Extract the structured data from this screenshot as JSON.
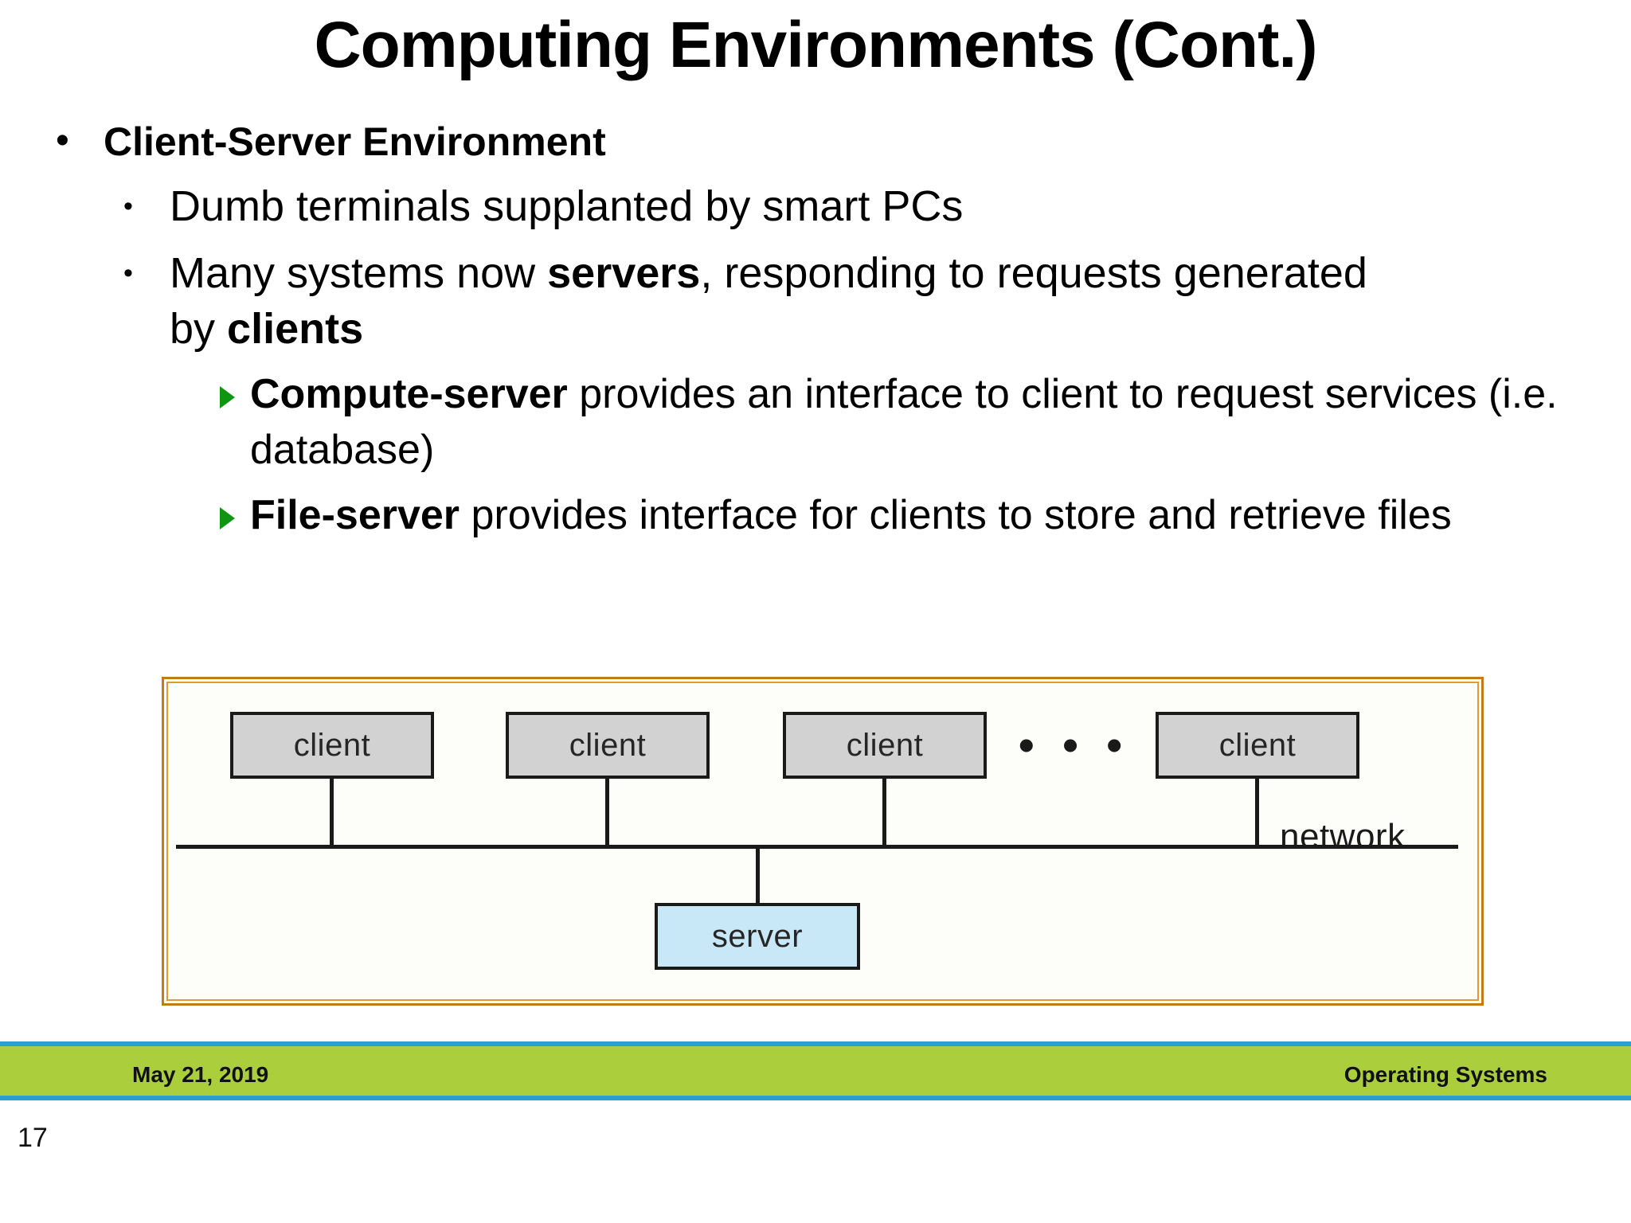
{
  "slide": {
    "title": "Computing Environments (Cont.)",
    "page_number": "17"
  },
  "bullets": {
    "level1": {
      "marker": "•",
      "text": "Client-Server Environment"
    },
    "level2": [
      {
        "marker": "•",
        "text": "Dumb terminals supplanted by smart PCs"
      },
      {
        "marker": "•",
        "text_pre": "Many systems now ",
        "bold1": "servers",
        "text_mid": ", responding to requests generated by ",
        "bold2": "clients"
      }
    ],
    "level3": [
      {
        "marker": "triangle-right",
        "bold": "Compute-server",
        "text": " provides an interface to client to request services (i.e. database)"
      },
      {
        "marker": "triangle-right",
        "bold": "File-server",
        "text": " provides interface for clients to store and retrieve files"
      }
    ]
  },
  "figure": {
    "nodes": {
      "client1": "client",
      "client2": "client",
      "client3": "client",
      "client4": "client",
      "server": "server"
    },
    "ellipsis": "• • •",
    "network_label": "network",
    "colors": {
      "frame_outer": "#c47a18",
      "frame_inner": "#e09a30",
      "client_fill": "#d2d2d2",
      "server_fill": "#c9e8f7",
      "line": "#1a1a1a"
    }
  },
  "footer": {
    "date": "May 21, 2019",
    "course": "Operating Systems",
    "bar_color": "#aace3c",
    "edge_color": "#2a9fd4"
  },
  "accent": {
    "arrow_bullet_green": "#109510"
  }
}
